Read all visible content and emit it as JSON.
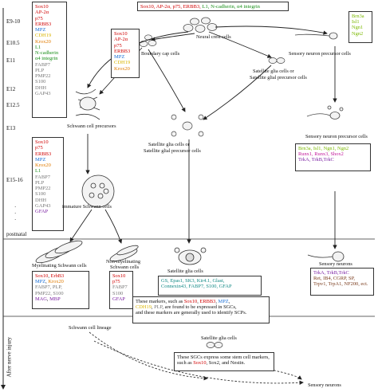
{
  "colors": {
    "red": "#d00000",
    "blue": "#1a6fd6",
    "orange": "#e07b00",
    "yellow": "#d9b400",
    "green": "#1a8f1a",
    "gray": "#777777",
    "purple": "#7a1fa2",
    "magenta": "#c2189a",
    "brown": "#7a3b1c",
    "lime": "#7ab800",
    "teal": "#138a86",
    "black": "#111111"
  },
  "stages": [
    "E9-10",
    "E10.5",
    "E11",
    "E12",
    "E12.5",
    "E13",
    "E15-16",
    "·",
    "·",
    "·",
    "postnatal"
  ],
  "side_label": "After nerve injury",
  "top_box": [
    {
      "text": "Sox10, AP-2α, p75, ERBB3, ",
      "color": "red"
    },
    {
      "text": "L1, N-cadherin, α4 integrin",
      "color": "green"
    }
  ],
  "left_markers_1": [
    {
      "text": "Sox10",
      "color": "red"
    },
    {
      "text": "AP-2α",
      "color": "red"
    },
    {
      "text": "p75",
      "color": "red"
    },
    {
      "text": "ERBB3",
      "color": "red"
    },
    {
      "text": "MPZ",
      "color": "blue"
    },
    {
      "text": "CDH19",
      "color": "yellow"
    },
    {
      "text": "Krox20",
      "color": "orange"
    },
    {
      "text": "L1",
      "color": "green"
    },
    {
      "text": "N-cadherin",
      "color": "green"
    },
    {
      "text": "α4 integrin",
      "color": "green"
    },
    {
      "text": "FABP7",
      "color": "gray"
    },
    {
      "text": "PLP",
      "color": "gray"
    },
    {
      "text": "PMP22",
      "color": "gray"
    },
    {
      "text": "S100",
      "color": "gray"
    },
    {
      "text": "DHH",
      "color": "gray"
    },
    {
      "text": "GAP43",
      "color": "gray"
    }
  ],
  "boundary_markers": [
    {
      "text": "Sox10",
      "color": "red"
    },
    {
      "text": "AP-2α",
      "color": "red"
    },
    {
      "text": "p75",
      "color": "red"
    },
    {
      "text": "ERBB3",
      "color": "red"
    },
    {
      "text": "MPZ",
      "color": "blue"
    },
    {
      "text": "CDH19",
      "color": "yellow"
    },
    {
      "text": "Krox20",
      "color": "orange"
    }
  ],
  "left_markers_2": [
    {
      "text": "Sox10",
      "color": "red"
    },
    {
      "text": "p75",
      "color": "red"
    },
    {
      "text": "ERBB3",
      "color": "red"
    },
    {
      "text": "MPZ",
      "color": "blue"
    },
    {
      "text": "Krox20",
      "color": "orange"
    },
    {
      "text": "L1",
      "color": "green"
    },
    {
      "text": "FABP7",
      "color": "gray"
    },
    {
      "text": "PLP",
      "color": "gray"
    },
    {
      "text": "PMP22",
      "color": "gray"
    },
    {
      "text": "S100",
      "color": "gray"
    },
    {
      "text": "DHH",
      "color": "gray"
    },
    {
      "text": "GAP43",
      "color": "gray"
    },
    {
      "text": "GFAP",
      "color": "purple"
    }
  ],
  "myelinating_markers": [
    [
      {
        "text": "Sox10",
        "color": "red"
      },
      {
        "text": ", ",
        "color": "black"
      },
      {
        "text": "ErbB3",
        "color": "red"
      }
    ],
    [
      {
        "text": "MPZ",
        "color": "blue"
      },
      {
        "text": ", ",
        "color": "black"
      },
      {
        "text": "Krox20",
        "color": "orange"
      }
    ],
    [
      {
        "text": "FABP7",
        "color": "gray"
      },
      {
        "text": ", PLP,",
        "color": "gray"
      }
    ],
    [
      {
        "text": "PMP22",
        "color": "gray"
      },
      {
        "text": ", S100",
        "color": "gray"
      }
    ],
    [
      {
        "text": "MAG",
        "color": "purple"
      },
      {
        "text": ", ",
        "color": "black"
      },
      {
        "text": "MBP",
        "color": "purple"
      }
    ]
  ],
  "nonmyelinating_markers": [
    {
      "text": "Sox10",
      "color": "red"
    },
    {
      "text": "p75",
      "color": "red"
    },
    {
      "text": "FABP7",
      "color": "gray"
    },
    {
      "text": "S100",
      "color": "gray"
    },
    {
      "text": "GFAP",
      "color": "purple"
    }
  ],
  "brn3a_markers": [
    {
      "text": "Brn3a",
      "color": "lime"
    },
    {
      "text": "Isl1",
      "color": "lime"
    },
    {
      "text": "Ngn1",
      "color": "lime"
    },
    {
      "text": "Ngn2",
      "color": "lime"
    }
  ],
  "sensory_prec_markers": [
    [
      {
        "text": "Brn3a, Isl1, Ngn1, Ngn2",
        "color": "lime"
      }
    ],
    [
      {
        "text": "Runx1, Runx3, Shox2",
        "color": "magenta"
      }
    ],
    [
      {
        "text": "TrkA, TrkB,TrkC",
        "color": "purple"
      }
    ]
  ],
  "sensory_neuron_markers": [
    [
      {
        "text": "TrkA, TrkB,TrkC",
        "color": "purple"
      }
    ],
    [
      {
        "text": "Ret, IB4, CGRP, SP,",
        "color": "brown"
      }
    ],
    [
      {
        "text": "Trpv1, TrpA1, NF200, ect.",
        "color": "brown"
      }
    ]
  ],
  "sgc_markers": [
    [
      {
        "text": "GS, Epas1, SK3, Kir4.1, Glast,",
        "color": "teal"
      }
    ],
    [
      {
        "text": "Connexin43, FABP7, S100, GFAP",
        "color": "teal"
      }
    ]
  ],
  "sgc_note": [
    [
      {
        "text": "These markers, such as ",
        "color": "black"
      },
      {
        "text": "Sox10",
        "color": "red"
      },
      {
        "text": ", ",
        "color": "black"
      },
      {
        "text": "ERBB3",
        "color": "red"
      },
      {
        "text": ", ",
        "color": "black"
      },
      {
        "text": "MPZ",
        "color": "blue"
      },
      {
        "text": ",",
        "color": "black"
      }
    ],
    [
      {
        "text": "CDH19",
        "color": "yellow"
      },
      {
        "text": ", ",
        "color": "black"
      },
      {
        "text": "PLP",
        "color": "gray"
      },
      {
        "text": ", are found to be expressed in SGCs,",
        "color": "black"
      }
    ],
    [
      {
        "text": "and these markers are generally used to identify SCPs.",
        "color": "black"
      }
    ]
  ],
  "injury_note": [
    [
      {
        "text": "These SGCs express some stem cell markers,",
        "color": "black"
      }
    ],
    [
      {
        "text": "such as ",
        "color": "black"
      },
      {
        "text": "Sox10",
        "color": "red"
      },
      {
        "text": ", Sox2, and Nestin.",
        "color": "black"
      }
    ]
  ],
  "labels": {
    "neural_crest": "Neural crest cells",
    "boundary_cap": "Boundary cap cells",
    "satellite_glia_or_precursor_1": "Satellite glia cells or",
    "satellite_glia_or_precursor_2": "Satellite glial precursor cells",
    "sensory_neuron_precursor": "Sensory neuron precursor cells",
    "sensory_neuron_precursor_2": "Sensory neuron precursor cells",
    "schwann_precursors": "Schwann cell precursors",
    "immature_schwann": "immature Schwann cells",
    "myelinating": "Myelinating Schwann cells",
    "nonmyelinating_1": "Non-myelinating",
    "nonmyelinating_2": "Schwann cells",
    "satellite_glia": "Satellite glia cells",
    "sensory_neurons": "Sensory neurons",
    "schwann_lineage": "Schwann cell lineage",
    "satellite_glia_injury": "Satellite glia cells",
    "sensory_neurons_injury": "Sensory neurons"
  }
}
